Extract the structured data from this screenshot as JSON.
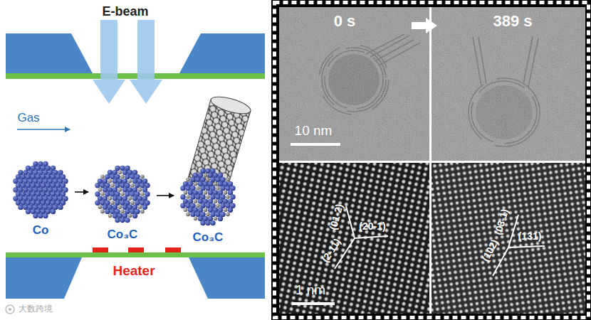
{
  "diagram": {
    "nodes": [
      {
        "text": [
          "Co"
        ]
      },
      {
        "text": [
          "Co₃C"
        ]
      },
      {
        "text": [
          "Co₃C"
        ]
      }
    ],
    "edges": [
      {
        "from": 0,
        "to": 1,
        "arrow": "to"
      },
      {
        "from": 1,
        "to": 2,
        "arrow": "to"
      }
    ],
    "labels": [
      "E-beam",
      "Gas",
      "Heater",
      "0 s",
      "389 s",
      "10 nm",
      "(01-2)",
      "(2-11)",
      "(20-1)",
      "(03-1)",
      "(102)",
      "(131)",
      "1 nm",
      "大数跨境"
    ]
  }
}
